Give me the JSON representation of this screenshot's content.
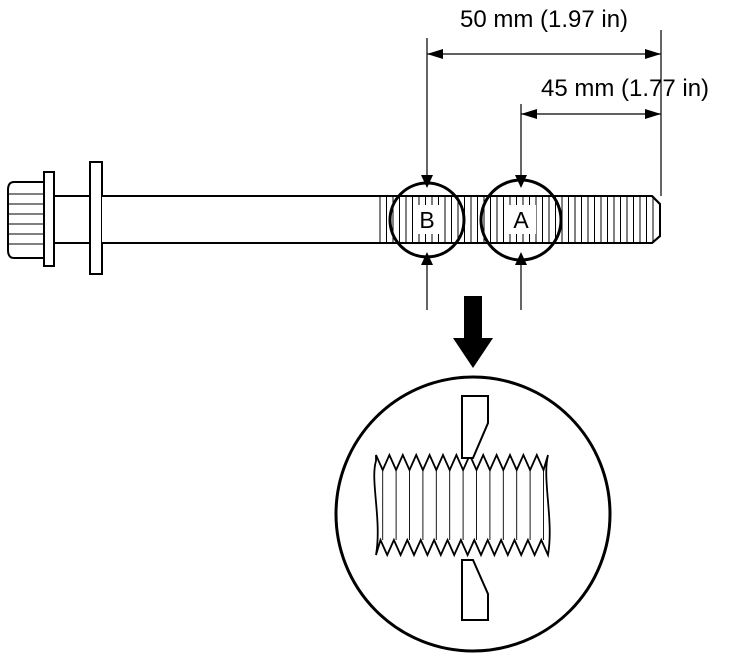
{
  "dimensions": {
    "outer": "50 mm (1.97 in)",
    "inner": "45 mm (1.77 in)"
  },
  "markers": {
    "a": "A",
    "b": "B"
  },
  "colors": {
    "stroke": "#000000",
    "background": "#ffffff"
  }
}
